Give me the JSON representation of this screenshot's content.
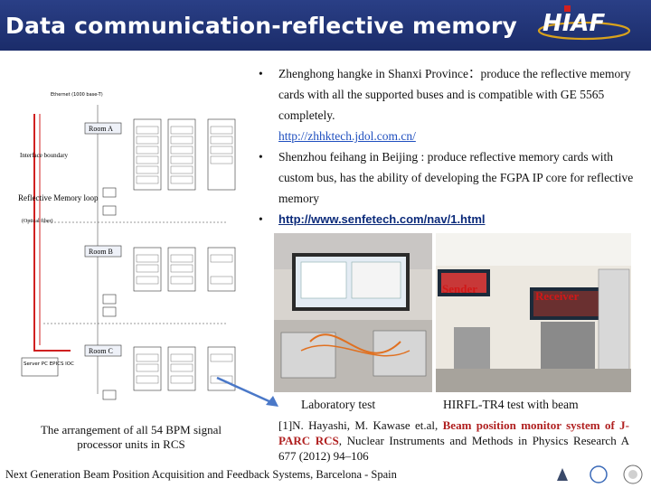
{
  "header": {
    "title": "Data communication-reflective memory",
    "logo_text": "HIAF"
  },
  "bullets": [
    {
      "text": "Zhenghong hangke in Shanxi Province：produce the reflective memory cards with all the supported buses and is compatible with GE 5565 completely.",
      "link": "http://zhhktech.jdol.com.cn/"
    },
    {
      "text": "Shenzhou feihang in Beijing : produce reflective memory cards with custom bus, has the ability of developing the FGPA IP core for reflective memory",
      "link": ""
    },
    {
      "text": "",
      "link": "http://www.senfetech.com/nav/1.html"
    }
  ],
  "diagram": {
    "caption": "The arrangement of all 54 BPM signal processor units in RCS",
    "rooms": [
      "Room A",
      "Room B",
      "Room C"
    ],
    "loop_label": "Reflective Memory loop",
    "loop_sub": "(Optical fiber)",
    "interface_label": "Interface boundary",
    "server_label": "Server PC EPICS IOC",
    "top_label": "Ethernet (1000 base-T)"
  },
  "photos": {
    "lab_label": "Laboratory test",
    "beam_label": "HIRFL-TR4 test with beam",
    "sender": "Sender",
    "receiver": "Receiver"
  },
  "reference": {
    "prefix": "[1]N. Hayashi, M. Kawase et.al, ",
    "title": "Beam position monitor system of J-PARC RCS",
    "suffix": ", Nuclear Instruments and Methods in Physics Research A 677 (2012) 94–106"
  },
  "footer": {
    "text": "Next Generation Beam Position Acquisition and Feedback Systems, Barcelona - Spain"
  },
  "colors": {
    "header_bg": "#1b2c6a",
    "loop_red": "#d02020",
    "link_blue": "#1f4fbf",
    "accent_red": "#b02020"
  }
}
